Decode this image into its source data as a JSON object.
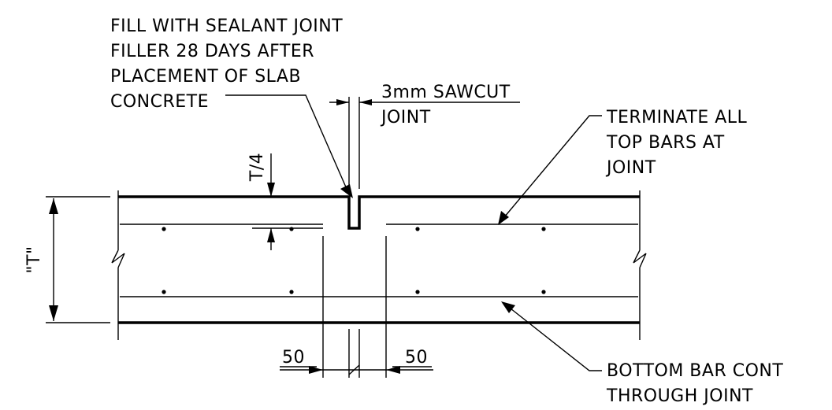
{
  "notes": {
    "sealant": [
      "FILL WITH SEALANT JOINT",
      "FILLER 28 DAYS AFTER",
      "PLACEMENT OF SLAB",
      "CONCRETE"
    ],
    "sawcut": [
      "3mm SAWCUT",
      "JOINT"
    ],
    "top_bars": [
      "TERMINATE ALL",
      "TOP BARS AT",
      "JOINT"
    ],
    "bottom_bar": [
      "BOTTOM BAR CONT",
      "THROUGH JOINT"
    ]
  },
  "dimensions": {
    "thickness": "\"T\"",
    "quarter_depth": "T/4",
    "left_offset": "50",
    "right_offset": "50"
  }
}
